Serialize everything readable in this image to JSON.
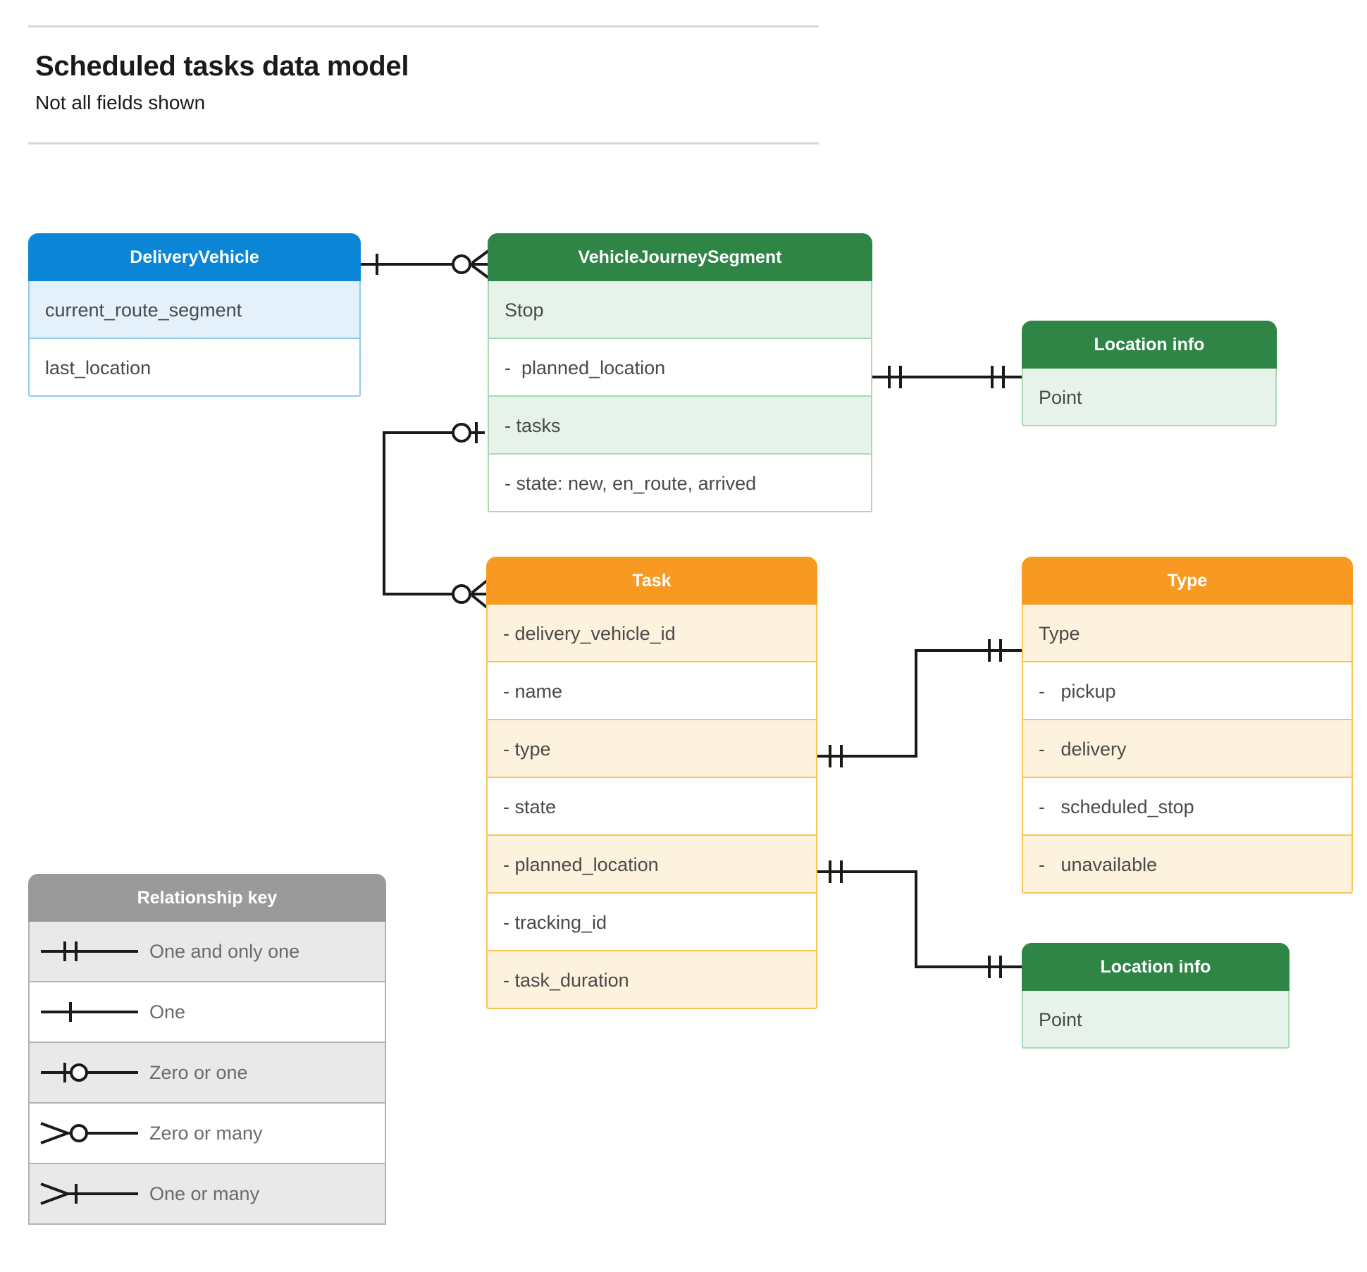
{
  "header": {
    "title": "Scheduled tasks data model",
    "subtitle": "Not all fields shown"
  },
  "entities": {
    "delivery_vehicle": {
      "title": "DeliveryVehicle",
      "color": "#0b86d6",
      "rows": [
        "current_route_segment",
        "last_location"
      ]
    },
    "vehicle_journey_segment": {
      "title": "VehicleJourneySegment",
      "color": "#2e8545",
      "rows": [
        "Stop",
        "-  planned_location",
        "- tasks",
        "- state: new, en_route, arrived"
      ]
    },
    "location_info_top": {
      "title": "Location info",
      "color": "#2e8545",
      "rows": [
        "Point"
      ]
    },
    "task": {
      "title": "Task",
      "color": "#f89a22",
      "rows": [
        "- delivery_vehicle_id",
        "- name",
        "- type",
        "- state",
        "- planned_location",
        "- tracking_id",
        "- task_duration"
      ]
    },
    "type": {
      "title": "Type",
      "color": "#f89a22",
      "rows": [
        "Type",
        "-   pickup",
        "-   delivery",
        "-   scheduled_stop",
        "-   unavailable"
      ]
    },
    "location_info_bottom": {
      "title": "Location info",
      "color": "#2e8545",
      "rows": [
        "Point"
      ]
    }
  },
  "legend": {
    "title": "Relationship key",
    "items": [
      {
        "glyph": "one-and-only-one-icon",
        "label": "One and only one"
      },
      {
        "glyph": "one-icon",
        "label": "One"
      },
      {
        "glyph": "zero-or-one-icon",
        "label": "Zero or one"
      },
      {
        "glyph": "zero-or-many-icon",
        "label": "Zero or many"
      },
      {
        "glyph": "one-or-many-icon",
        "label": "One or many"
      }
    ]
  },
  "relationships": [
    {
      "from": "DeliveryVehicle",
      "from_cardinality": "One",
      "to": "VehicleJourneySegment",
      "to_cardinality": "Zero or many"
    },
    {
      "from": "VehicleJourneySegment.planned_location",
      "from_cardinality": "One and only one",
      "to": "Location info",
      "to_cardinality": "One and only one"
    },
    {
      "from": "VehicleJourneySegment.tasks",
      "from_cardinality": "Zero or one",
      "to": "Task",
      "to_cardinality": "Zero or many"
    },
    {
      "from": "Task.type",
      "from_cardinality": "One and only one",
      "to": "Type",
      "to_cardinality": "One and only one"
    },
    {
      "from": "Task.planned_location",
      "from_cardinality": "One and only one",
      "to": "Location info",
      "to_cardinality": "One and only one"
    }
  ],
  "colors": {
    "blue": "#0b86d6",
    "green": "#2e8545",
    "orange": "#f89a22",
    "gray": "#9a9a9a",
    "line": "#1a1a1a"
  }
}
